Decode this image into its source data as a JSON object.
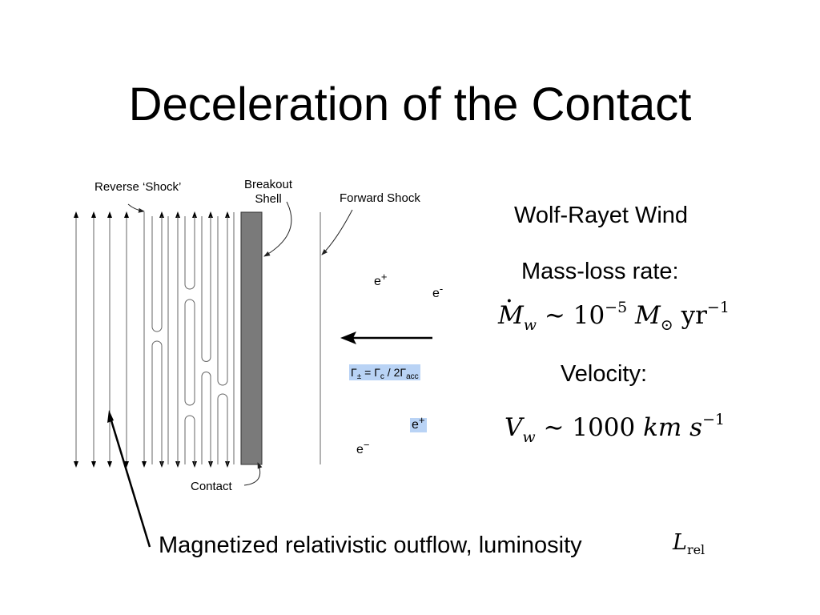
{
  "slide": {
    "title": "Deceleration of the Contact"
  },
  "diagram": {
    "labels": {
      "reverse_shock": "Reverse ‘Shock’",
      "breakout_line1": "Breakout",
      "breakout_line2": "Shell",
      "forward_shock": "Forward Shock",
      "contact": "Contact"
    },
    "particles": {
      "e_plus_top": "e",
      "e_plus_top_sup": "+",
      "e_minus_top": "e",
      "e_minus_top_sup": "-",
      "e_plus_bottom": "e",
      "e_plus_bottom_sup": "+",
      "e_minus_bottom": "e",
      "e_minus_bottom_sup": "−"
    },
    "gamma_equation": {
      "lhs": "Γ",
      "lhs_sub": "±",
      "eq": "=",
      "mid": "Γ",
      "mid_sub": "c",
      "slash": "/ 2Γ",
      "rhs_sub": "acc"
    },
    "colors": {
      "shell_fill": "#7a7a7a",
      "highlight": "#b9d3f5",
      "line": "#555555"
    }
  },
  "side_panel": {
    "wind_title": "Wolf-Rayet Wind",
    "mass_loss_label": "Mass-loss rate:",
    "mass_loss_formula": {
      "symbol": "M",
      "sub": "w",
      "sim": "∼",
      "base": "10",
      "exp": "−5",
      "unit_sym": "M",
      "unit_sub": "⊙",
      "unit": "yr",
      "unit_exp": "−1"
    },
    "velocity_label": "Velocity:",
    "velocity_formula": {
      "symbol": "V",
      "sub": "w",
      "sim": "∼",
      "value": "1000",
      "km": "km",
      "s": "s",
      "s_exp": "−1"
    }
  },
  "caption": {
    "text": "Magnetized relativistic outflow, luminosity",
    "symbol": "L",
    "symbol_sub": "rel"
  }
}
